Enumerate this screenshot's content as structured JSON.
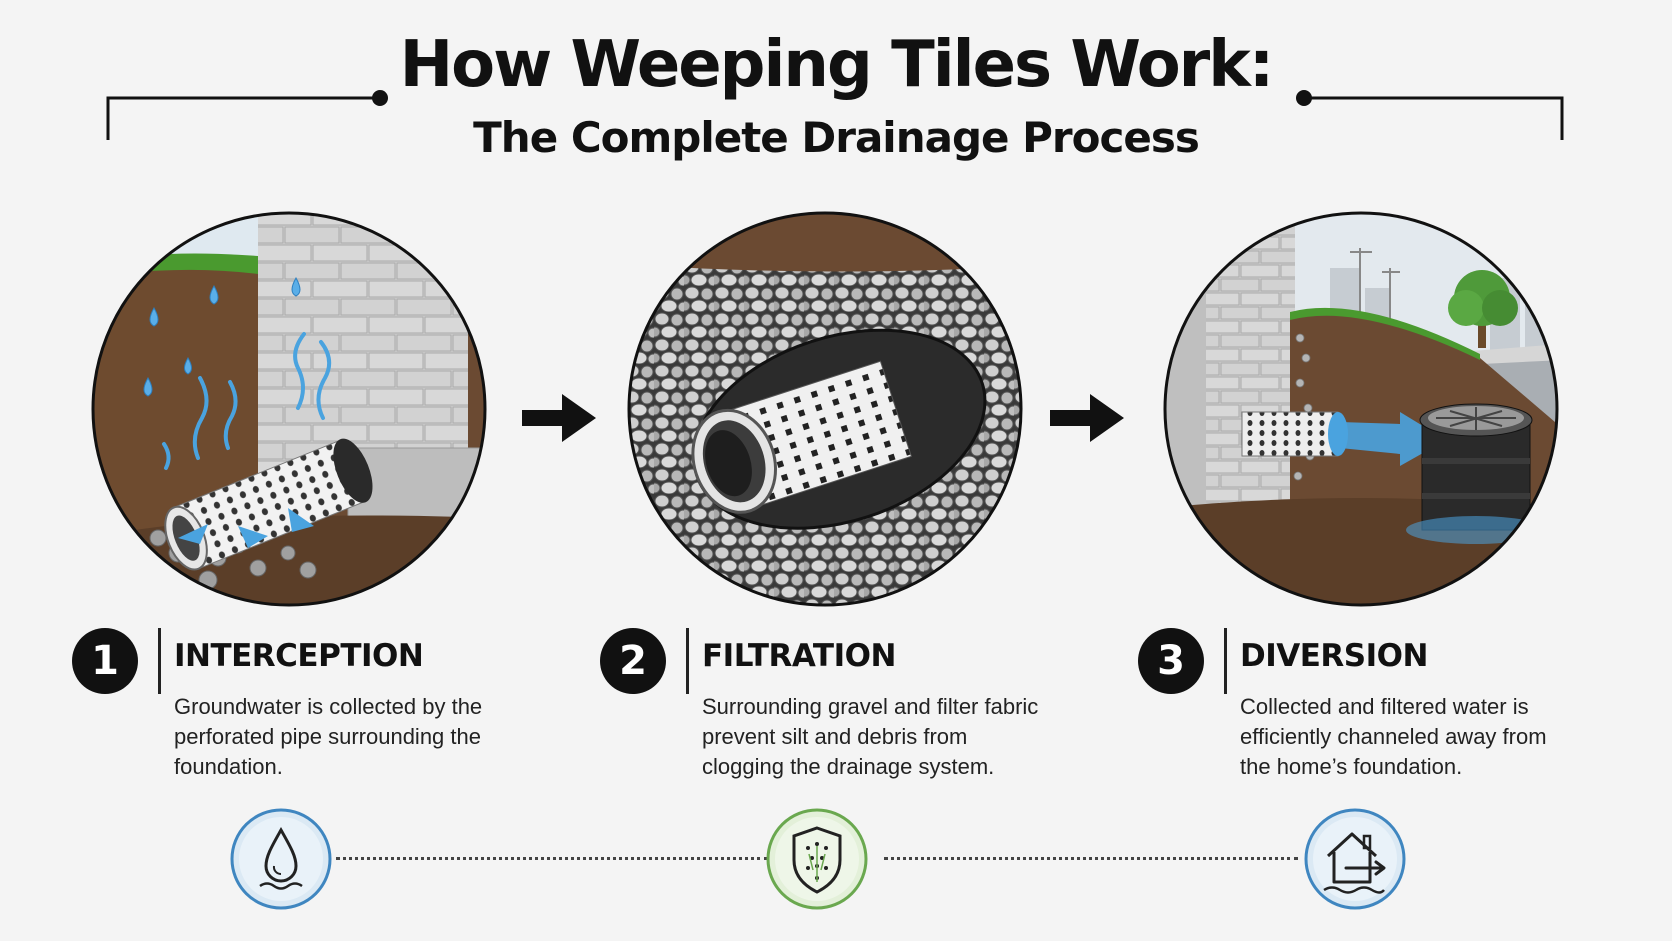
{
  "header": {
    "title": "How Weeping Tiles Work:",
    "subtitle": "The Complete Drainage Process"
  },
  "steps": [
    {
      "number": "1",
      "title": "INTERCEPTION",
      "description": "Groundwater is collected by the perforated pipe surrounding the foundation.",
      "icon": "water-drop-icon",
      "icon_color": "#3f86c0"
    },
    {
      "number": "2",
      "title": "FILTRATION",
      "description": "Surrounding gravel and filter fabric prevent silt and debris from clogging the drainage system.",
      "icon": "shield-filter-icon",
      "icon_color": "#6aa84f"
    },
    {
      "number": "3",
      "title": "DIVERSION",
      "description": "Collected and filtered water is efficiently channeled away from the home’s foundation.",
      "icon": "house-outflow-icon",
      "icon_color": "#3f86c0"
    }
  ],
  "colors": {
    "background": "#f4f4f4",
    "text": "#111111",
    "water": "#4aa3df",
    "soil": "#6b4a32",
    "grass": "#4a9a2f",
    "concrete": "#c9c9c9",
    "gravel": "#9a9a9a"
  }
}
